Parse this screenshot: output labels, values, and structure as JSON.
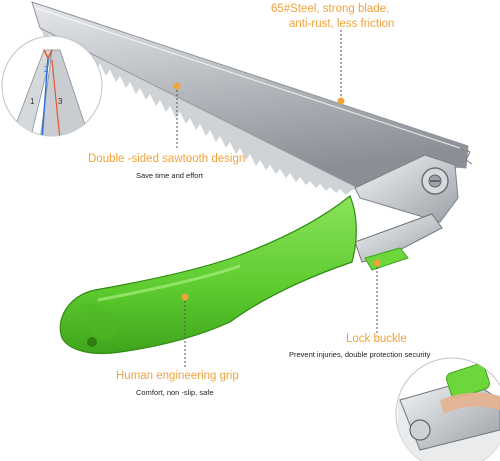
{
  "features": {
    "steel": {
      "title": "65#Steel, strong blade,",
      "title2": "anti-rust, less friction"
    },
    "sawtooth": {
      "title": "Double -sided sawtooth design",
      "subtitle": "Save time and effort"
    },
    "lock": {
      "title": "Lock buckle",
      "subtitle": "Prevent injuries, double protection security"
    },
    "grip": {
      "title": "Human engineering grip",
      "subtitle": "Comfort, non -slip, safe"
    }
  },
  "inset": {
    "marker_1": "1",
    "marker_2": "2",
    "marker_3": "3"
  },
  "colors": {
    "accent": "#f2a23a",
    "handle": "#6cd63a",
    "handle_dark": "#3fa51c",
    "blade": "#c9ccd0",
    "text": "#222222"
  }
}
